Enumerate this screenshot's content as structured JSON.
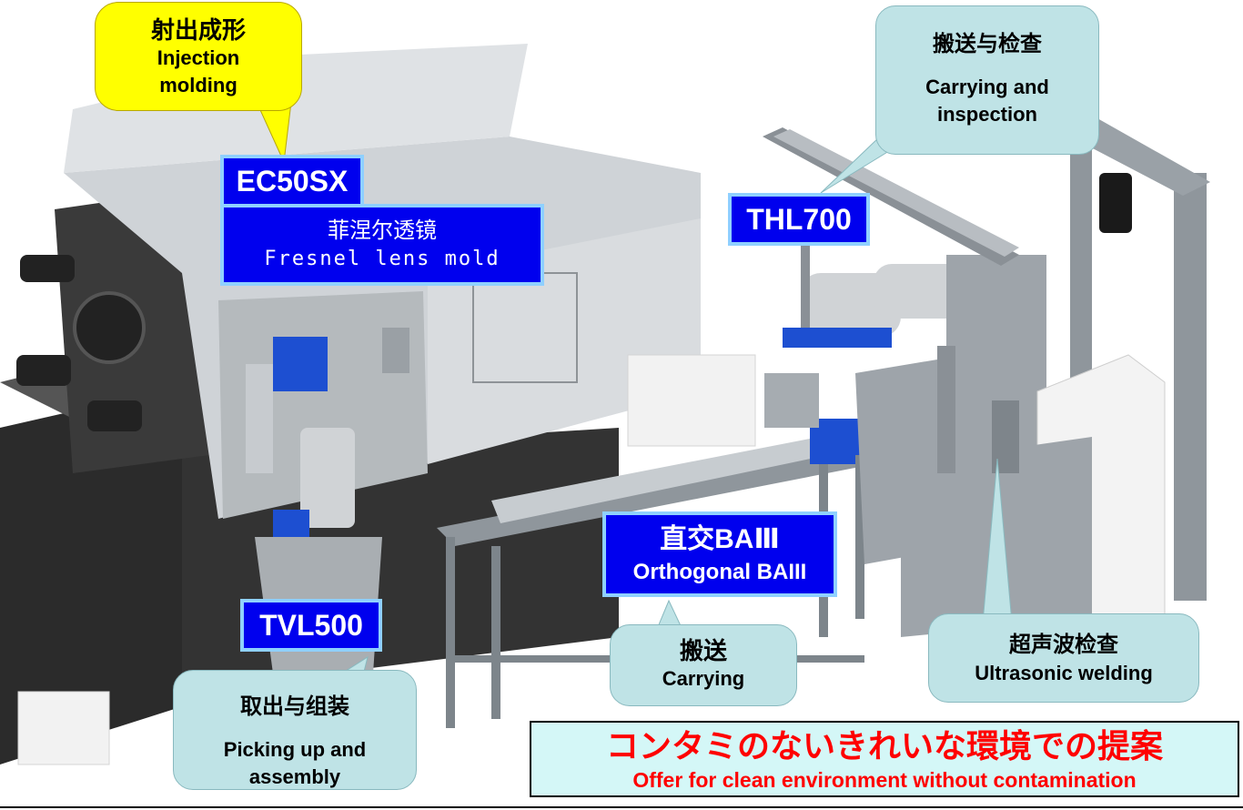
{
  "callouts": {
    "injection": {
      "zh": "射出成形",
      "en_line1": "Injection",
      "en_line2": "molding"
    },
    "carry_inspect": {
      "zh": "搬送与检查",
      "en_line1": "Carrying and",
      "en_line2": "inspection"
    },
    "carrying": {
      "zh": "搬送",
      "en": "Carrying"
    },
    "ultrasonic": {
      "zh": "超声波检查",
      "en": "Ultrasonic welding"
    },
    "picking": {
      "zh": "取出与组装",
      "en_line1": "Picking up and",
      "en_line2": "assembly"
    }
  },
  "labels": {
    "ec50sx": "EC50SX",
    "fresnel": {
      "zh": "菲涅尔透镜",
      "en": "Fresnel lens mold"
    },
    "thl700": "THL700",
    "tvl500": "TVL500",
    "orthogonal": {
      "zh": "直交BAⅢ",
      "en": "Orthogonal BAIII"
    }
  },
  "offer": {
    "jp": "コンタミのないきれいな環境での提案",
    "en": "Offer for clean environment without contamination"
  },
  "colors": {
    "label_blue": "#0000ee",
    "label_border": "#8fd0ff",
    "callout_yellow": "#ffff00",
    "callout_cyan": "#bfe3e6",
    "offer_text": "#ff0000",
    "offer_bg": "#d4f7f7"
  }
}
